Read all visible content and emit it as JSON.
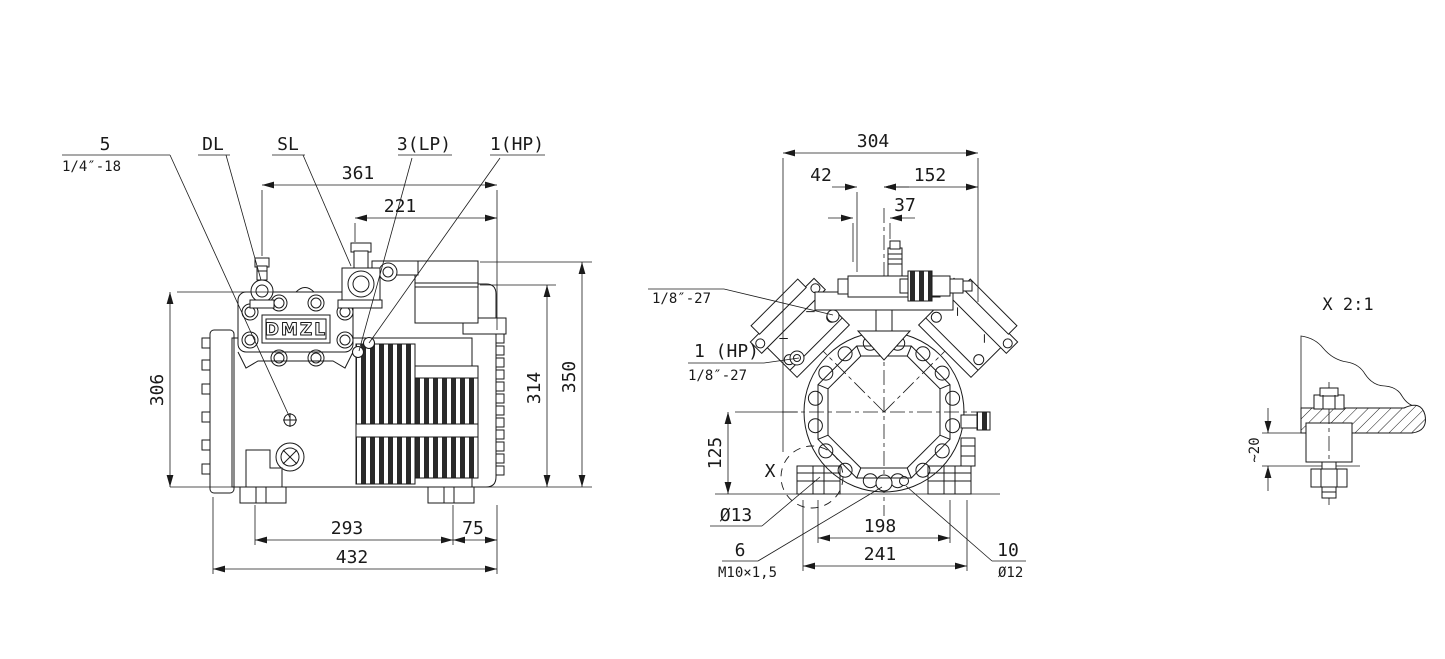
{
  "drawing": {
    "front_view": {
      "labels": {
        "l5": "5",
        "l5t": "1/4″-18",
        "dl": "DL",
        "sl": "SL",
        "lp": "3(LP)",
        "hp": "1(HP)",
        "logo": "DMZL"
      },
      "dims": {
        "d361": "361",
        "d221": "221",
        "d306": "306",
        "d314": "314",
        "d350": "350",
        "d293": "293",
        "d75": "75",
        "d432": "432"
      }
    },
    "side_view": {
      "dims": {
        "d304": "304",
        "d42": "42",
        "d152": "152",
        "d37": "37",
        "d125": "125",
        "d198": "198",
        "d241": "241"
      },
      "labels": {
        "t_top": "1/8″-27",
        "hp": "1 (HP)",
        "hp_t": "1/8″-27",
        "x": "X",
        "d13": "Ø13",
        "n6": "6",
        "n6_t": "M10×1,5",
        "n10": "10",
        "d12": "Ø12"
      }
    },
    "detail_view": {
      "title": "X  2:1",
      "d20": "~20"
    }
  }
}
